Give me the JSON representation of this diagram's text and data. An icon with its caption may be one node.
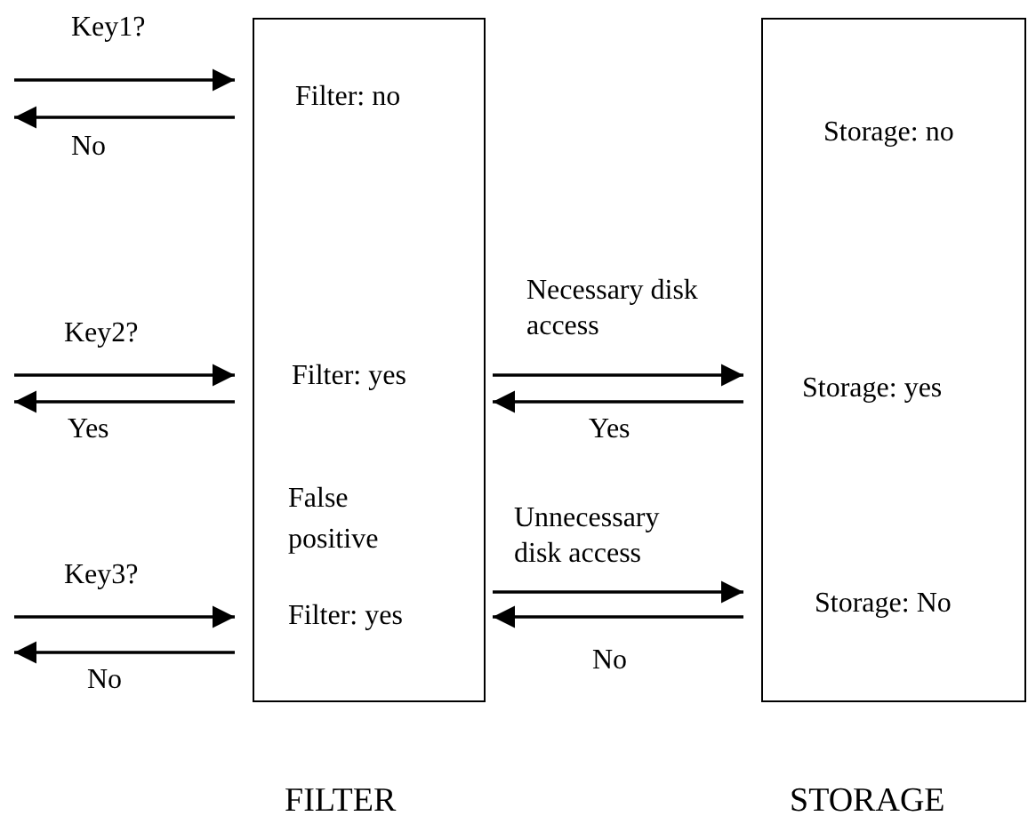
{
  "diagram": {
    "nodes": [
      {
        "text": [
          "Filter: no",
          "Filter: yes",
          "False positive",
          "Filter: yes"
        ],
        "beside": [
          "FILTER"
        ]
      },
      {
        "text": [
          "Storage: no",
          "Storage: yes",
          "Storage: No"
        ],
        "beside": [
          "STORAGE"
        ]
      }
    ],
    "edges": [
      {
        "from": null,
        "to": 0,
        "arrow": "to",
        "label": "Key1?"
      },
      {
        "from": 0,
        "to": null,
        "arrow": "to",
        "label": "No"
      },
      {
        "from": null,
        "to": 0,
        "arrow": "to",
        "label": "Key2?"
      },
      {
        "from": 0,
        "to": null,
        "arrow": "to",
        "label": "Yes"
      },
      {
        "from": null,
        "to": 0,
        "arrow": "to",
        "label": "Key3?"
      },
      {
        "from": 0,
        "to": null,
        "arrow": "to",
        "label": "No"
      },
      {
        "from": 0,
        "to": 1,
        "arrow": "to",
        "label": "Necessary disk access"
      },
      {
        "from": 1,
        "to": 0,
        "arrow": "to",
        "label": "Yes"
      },
      {
        "from": 0,
        "to": 1,
        "arrow": "to",
        "label": "Unnecessary disk access"
      },
      {
        "from": 1,
        "to": 0,
        "arrow": "to",
        "label": "No"
      }
    ]
  }
}
